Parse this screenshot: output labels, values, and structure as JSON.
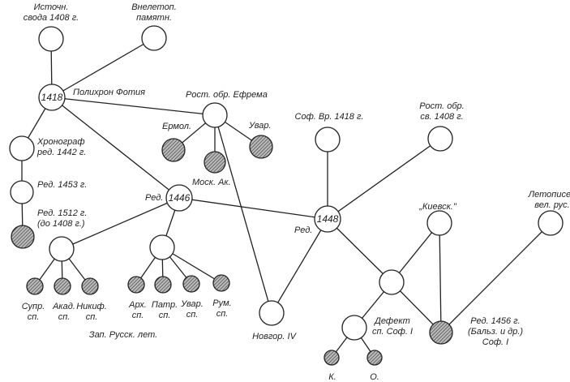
{
  "nodes": [
    {
      "id": "istochn",
      "label": [
        "Источн.",
        "свода 1408 г."
      ],
      "hatched": false
    },
    {
      "id": "vneletop",
      "label": [
        "Внелетоп.",
        "памятн."
      ],
      "hatched": false
    },
    {
      "id": "n1418",
      "inner": "1418",
      "label": [
        "Полихрон Фотия"
      ],
      "hatched": false
    },
    {
      "id": "khronograf",
      "label": [
        "Хронограф",
        "ред. 1442 г."
      ],
      "hatched": false
    },
    {
      "id": "red1453",
      "label": [
        "Ред. 1453 г."
      ],
      "hatched": false
    },
    {
      "id": "red1512",
      "label": [
        "Ред. 1512 г.",
        "(до 1408 г.)"
      ],
      "hatched": true
    },
    {
      "id": "rostefrema",
      "label": [
        "Рост. обр. Ефрема"
      ],
      "hatched": false
    },
    {
      "id": "ermol",
      "label": [
        "Ермол."
      ],
      "hatched": true
    },
    {
      "id": "moskak",
      "label": [
        "Моск. Ак."
      ],
      "hatched": true
    },
    {
      "id": "uvar1",
      "label": [
        "Увар."
      ],
      "hatched": true
    },
    {
      "id": "n1446",
      "inner": "1446",
      "label": [
        "Ред."
      ],
      "hatched": false
    },
    {
      "id": "zapleft",
      "label": [],
      "hatched": false
    },
    {
      "id": "supr",
      "label": [
        "Супр.",
        "сп."
      ],
      "hatched": true
    },
    {
      "id": "akad",
      "label": [
        "Акад.",
        "сп."
      ],
      "hatched": true
    },
    {
      "id": "nikif",
      "label": [
        "Никиф.",
        "сп."
      ],
      "hatched": true
    },
    {
      "id": "zapmid",
      "label": [],
      "hatched": false
    },
    {
      "id": "arkh",
      "label": [
        "Арх.",
        "сп."
      ],
      "hatched": true
    },
    {
      "id": "patr",
      "label": [
        "Патр.",
        "сп."
      ],
      "hatched": true
    },
    {
      "id": "uvar2",
      "label": [
        "Увар.",
        "сп."
      ],
      "hatched": true
    },
    {
      "id": "rum",
      "label": [
        "Рум.",
        "сп."
      ],
      "hatched": true
    },
    {
      "id": "novgor4",
      "label": [
        "Новгор. IV"
      ],
      "hatched": false
    },
    {
      "id": "n1448",
      "inner": "1448",
      "label": [
        "Ред."
      ],
      "hatched": false
    },
    {
      "id": "sofvr",
      "label": [
        "Соф. Вр. 1418 г."
      ],
      "hatched": false
    },
    {
      "id": "rostsv",
      "label": [
        "Рост. обр.",
        "св. 1408 г."
      ],
      "hatched": false
    },
    {
      "id": "kievsk",
      "label": [
        "„Киевск.\""
      ],
      "hatched": false
    },
    {
      "id": "letopisec",
      "label": [
        "Летописец",
        "вел. рус."
      ],
      "hatched": false
    },
    {
      "id": "middle",
      "label": [],
      "hatched": false
    },
    {
      "id": "red1456",
      "label": [
        "Ред. 1456 г.",
        "(Бальз. и др.)",
        "Соф. I"
      ],
      "hatched": true
    },
    {
      "id": "defekt",
      "label": [
        "Дефект",
        "сп. Соф. I"
      ],
      "hatched": false
    },
    {
      "id": "k",
      "label": [
        "К."
      ],
      "hatched": true
    },
    {
      "id": "o",
      "label": [
        "О."
      ],
      "hatched": true
    }
  ],
  "group_label": "Зап. Русск. лет.",
  "edges": [
    [
      "istochn",
      "n1418"
    ],
    [
      "vneletop",
      "n1418"
    ],
    [
      "n1418",
      "khronograf"
    ],
    [
      "khronograf",
      "red1453"
    ],
    [
      "red1453",
      "red1512"
    ],
    [
      "n1418",
      "rostefrema"
    ],
    [
      "n1418",
      "n1446"
    ],
    [
      "rostefrema",
      "ermol"
    ],
    [
      "rostefrema",
      "moskak"
    ],
    [
      "rostefrema",
      "uvar1"
    ],
    [
      "rostefrema",
      "novgor4"
    ],
    [
      "n1446",
      "zapleft"
    ],
    [
      "n1446",
      "zapmid"
    ],
    [
      "n1446",
      "n1448"
    ],
    [
      "zapleft",
      "supr"
    ],
    [
      "zapleft",
      "akad"
    ],
    [
      "zapleft",
      "nikif"
    ],
    [
      "zapmid",
      "arkh"
    ],
    [
      "zapmid",
      "patr"
    ],
    [
      "zapmid",
      "uvar2"
    ],
    [
      "zapmid",
      "rum"
    ],
    [
      "n1448",
      "sofvr"
    ],
    [
      "n1448",
      "rostsv"
    ],
    [
      "n1448",
      "novgor4"
    ],
    [
      "n1448",
      "middle"
    ],
    [
      "middle",
      "kievsk"
    ],
    [
      "kievsk",
      "red1456"
    ],
    [
      "middle",
      "red1456"
    ],
    [
      "letopisec",
      "red1456"
    ],
    [
      "middle",
      "defekt"
    ],
    [
      "defekt",
      "k"
    ],
    [
      "defekt",
      "o"
    ]
  ],
  "colors": {
    "line": "#222222",
    "hatch": "#555555"
  }
}
